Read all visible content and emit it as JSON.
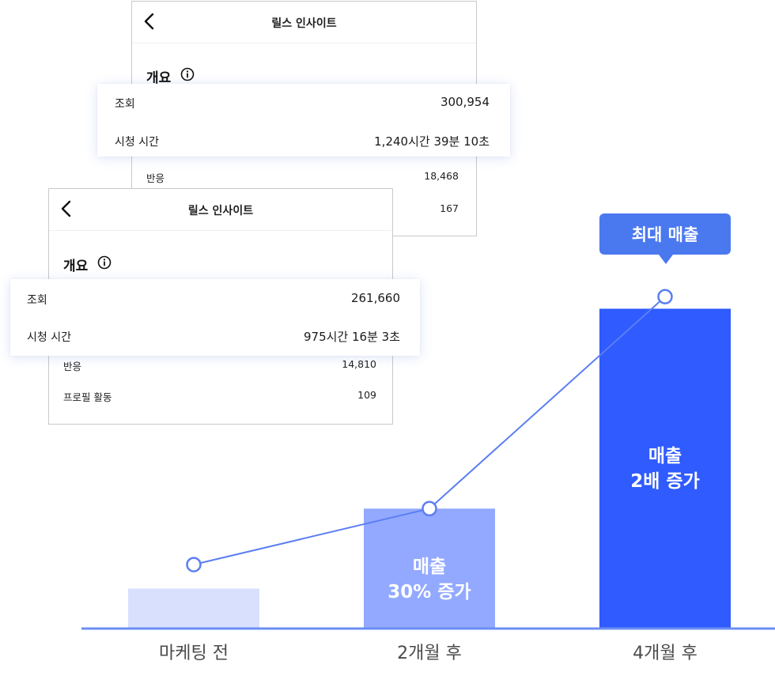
{
  "insight_back": {
    "title": "릴스 인사이트",
    "section": "개요",
    "rows": [
      {
        "label": "조회",
        "value": "300,954"
      },
      {
        "label": "시청 시간",
        "value": "1,240시간 39분 10초"
      },
      {
        "label": "반응",
        "value": "18,468"
      },
      {
        "label": "",
        "value": "167"
      }
    ]
  },
  "insight_front": {
    "title": "릴스 인사이트",
    "section": "개요",
    "rows": [
      {
        "label": "조회",
        "value": "261,660"
      },
      {
        "label": "시청 시간",
        "value": "975시간 16분 3초"
      },
      {
        "label": "반응",
        "value": "14,810"
      },
      {
        "label": "프로필 활동",
        "value": "109"
      }
    ]
  },
  "tooltip": {
    "label": "최대 매출"
  },
  "colors": {
    "bar_before": "#d8e0fd",
    "bar_2m": "#92a9ff",
    "bar_4m": "#2f5bff",
    "line": "#5b7ef2",
    "axis": "#6b8ef2",
    "tooltip": "#4a78ef"
  },
  "chart_data": {
    "type": "bar",
    "categories": [
      "마케팅 전",
      "2개월 후",
      "4개월 후"
    ],
    "values": [
      1,
      3,
      8
    ],
    "bar_labels": [
      [
        "",
        ""
      ],
      [
        "매출",
        "30% 증가"
      ],
      [
        "매출",
        "2배 증가"
      ]
    ],
    "line_values": [
      1.6,
      3.0,
      8.3
    ],
    "ylim": [
      0,
      8.8
    ],
    "grid": false,
    "title": "",
    "xlabel": "",
    "ylabel": ""
  }
}
